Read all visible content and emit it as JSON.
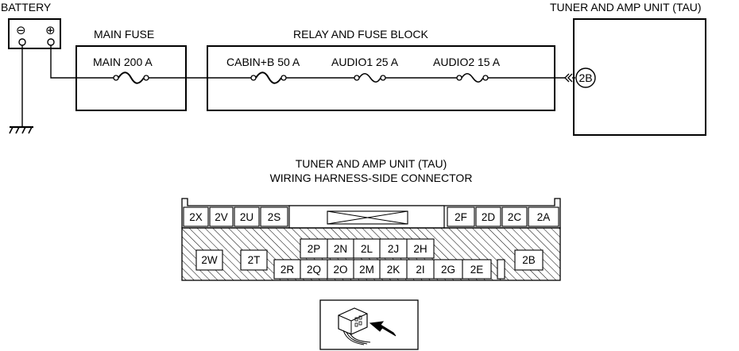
{
  "battery": {
    "label": "BATTERY",
    "minus": "⊖",
    "plus": "⊕"
  },
  "main_fuse": {
    "title": "MAIN FUSE",
    "fuse_label": "MAIN 200 A"
  },
  "relay_block": {
    "title": "RELAY AND FUSE BLOCK",
    "fuses": [
      "CABIN+B 50 A",
      "AUDIO1 25 A",
      "AUDIO2 15 A"
    ]
  },
  "tau": {
    "title": "TUNER AND AMP UNIT (TAU)",
    "terminal": "2B"
  },
  "connector": {
    "title_line1": "TUNER AND AMP UNIT (TAU)",
    "title_line2": "WIRING HARNESS-SIDE CONNECTOR",
    "top_left_pins": [
      "2X",
      "2V",
      "2U",
      "2S"
    ],
    "top_right_pins": [
      "2F",
      "2D",
      "2C",
      "2A"
    ],
    "mid_row_pins": [
      "2P",
      "2N",
      "2L",
      "2J",
      "2H"
    ],
    "bottom_row_pins": [
      "2R",
      "2Q",
      "2O",
      "2M",
      "2K",
      "2I",
      "2G",
      "2E"
    ],
    "side_pins": [
      "2W",
      "2T",
      "2B"
    ]
  }
}
